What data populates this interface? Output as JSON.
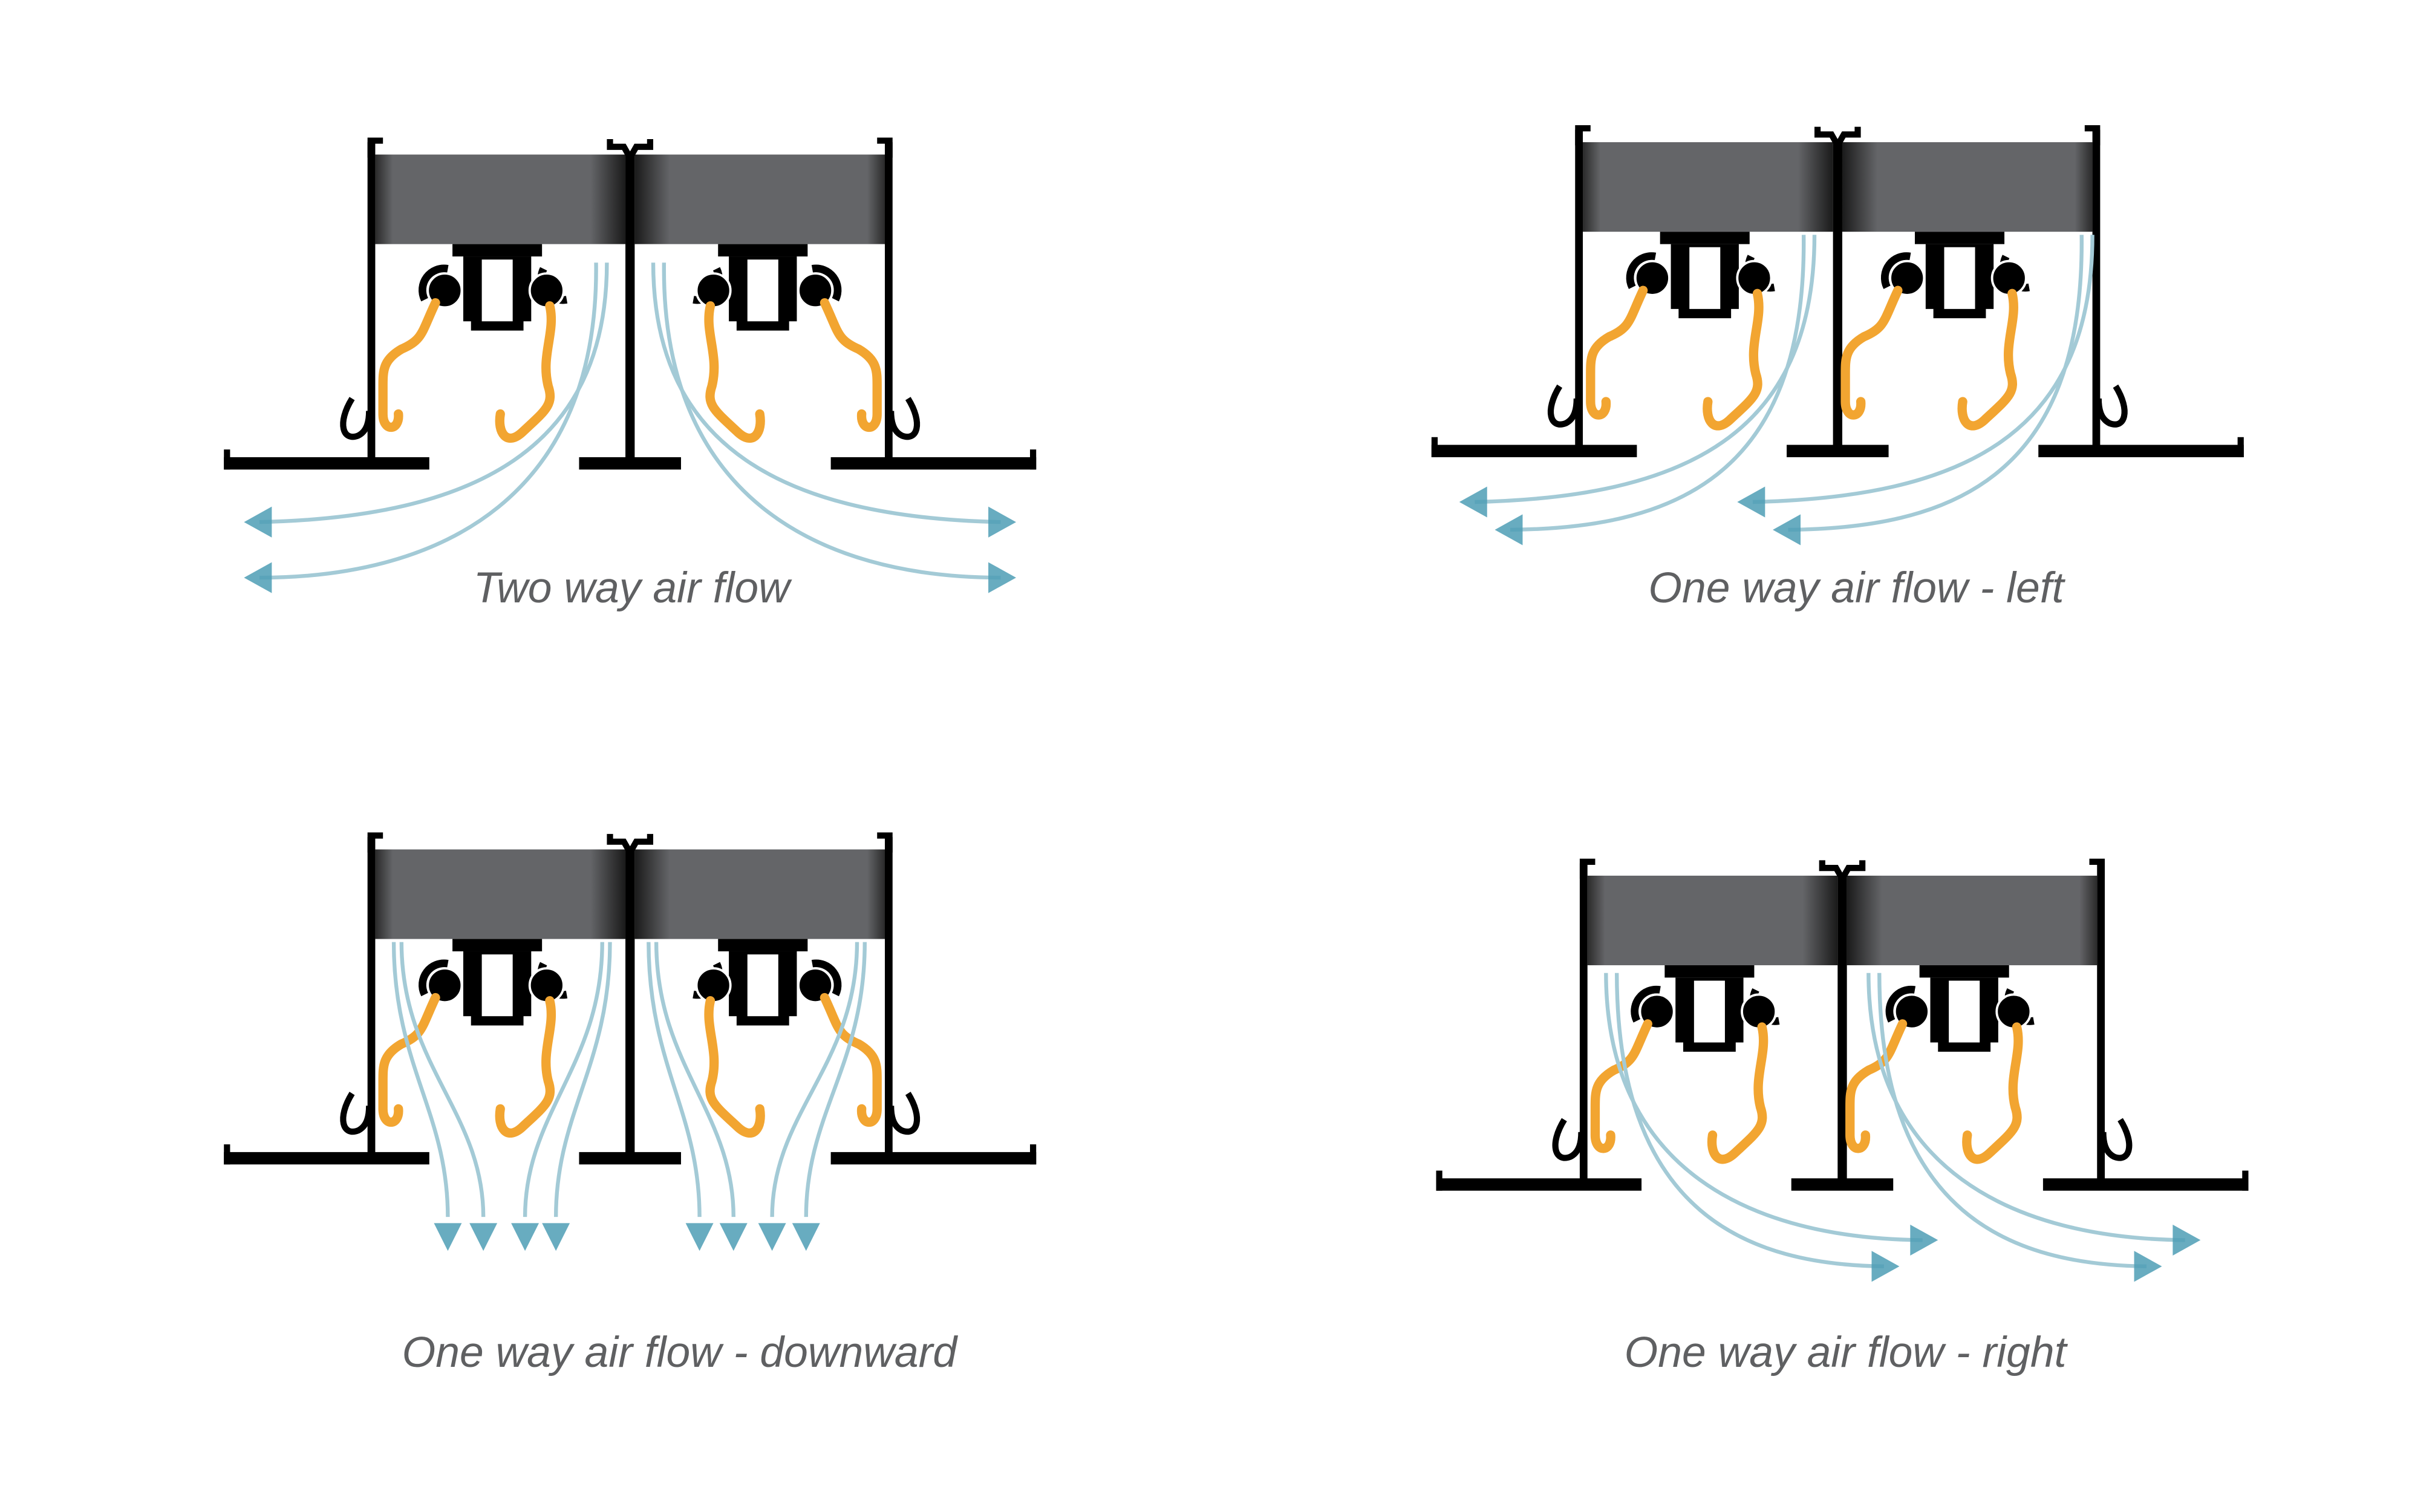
{
  "colors": {
    "frame": "#000000",
    "block": "#646568",
    "blade": "#f2a531",
    "airflow_line": "#a3cad6",
    "airflow_arrow": "#4e9db5",
    "caption": "#5f6062"
  },
  "diagrams": [
    {
      "id": "two-way",
      "caption": "Two way air flow",
      "flow": "two-way"
    },
    {
      "id": "one-way-left",
      "caption": "One way air flow - left",
      "flow": "left"
    },
    {
      "id": "one-way-downward",
      "caption": "One way air flow - downward",
      "flow": "downward"
    },
    {
      "id": "one-way-right",
      "caption": "One way air flow - right",
      "flow": "right"
    }
  ]
}
